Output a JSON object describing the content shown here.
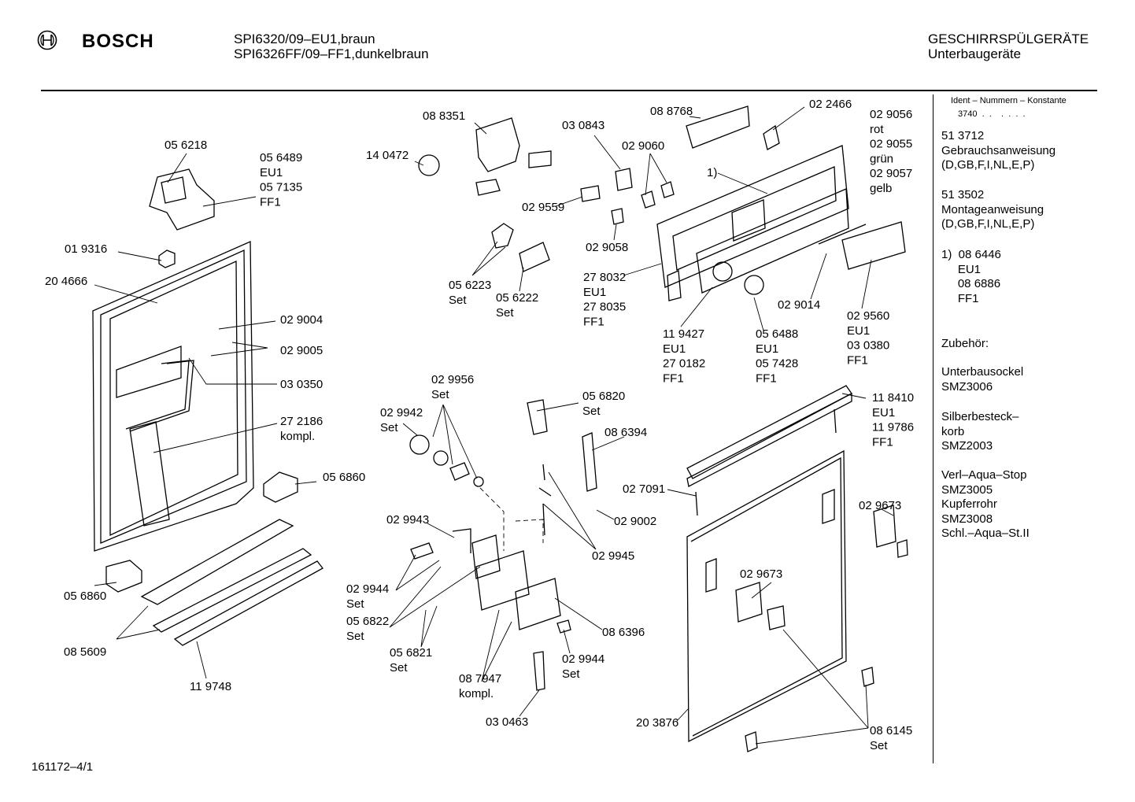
{
  "header": {
    "brand": "BOSCH",
    "model_line_1": "SPI6320/09–EU1,braun",
    "model_line_2": "SPI6326FF/09–FF1,dunkelbraun",
    "category_line_1": "GESCHIRRSPÜLGERÄTE",
    "category_line_2": "Unterbaugeräte"
  },
  "sidebar": {
    "ident_heading": "Ident – Nummern – Konstante",
    "ident_value": "3740  .  .    .  .  .  .",
    "entries": [
      "51 3712\nGebrauchsanweisung\n(D,GB,F,I,NL,E,P)",
      "51 3502\nMontageanweisung\n(D,GB,F,I,NL,E,P)",
      "1)  08 6446\n     EU1\n     08 6886\n     FF1",
      "Zubehör:",
      "Unterbausockel\nSMZ3006",
      "Silberbesteck–\nkorb\nSMZ2003",
      "Verl–Aqua–Stop\nSMZ3005\nKupferrohr\nSMZ3008\nSchl.–Aqua–St.II"
    ]
  },
  "footer": {
    "drawing_number": "161172–4/1"
  },
  "part_labels": [
    {
      "lines": [
        "05 6218"
      ]
    },
    {
      "lines": [
        "05 6489",
        "EU1",
        "05 7135",
        "FF1"
      ]
    },
    {
      "lines": [
        "01 9316"
      ]
    },
    {
      "lines": [
        "20 4666"
      ]
    },
    {
      "lines": [
        "02 9004"
      ]
    },
    {
      "lines": [
        "02 9005"
      ]
    },
    {
      "lines": [
        "03 0350"
      ]
    },
    {
      "lines": [
        "27 2186",
        "kompl."
      ]
    },
    {
      "lines": [
        "05 6860"
      ]
    },
    {
      "lines": [
        "05 6860"
      ]
    },
    {
      "lines": [
        "08 5609"
      ]
    },
    {
      "lines": [
        "11 9748"
      ]
    },
    {
      "lines": [
        "08 8351"
      ]
    },
    {
      "lines": [
        "14 0472"
      ]
    },
    {
      "lines": [
        "03 0843"
      ]
    },
    {
      "lines": [
        "02 9060"
      ]
    },
    {
      "lines": [
        "02 9559"
      ]
    },
    {
      "lines": [
        "02 9058"
      ]
    },
    {
      "lines": [
        "05 6223",
        "Set"
      ]
    },
    {
      "lines": [
        "05 6222",
        "Set"
      ]
    },
    {
      "lines": [
        "08 8768"
      ]
    },
    {
      "lines": [
        "02 2466"
      ]
    },
    {
      "lines": [
        "02 9056",
        "rot",
        "02 9055",
        "grün",
        "02 9057",
        "gelb"
      ]
    },
    {
      "lines": [
        "1)"
      ]
    },
    {
      "lines": [
        "27 8032",
        "EU1",
        "27 8035",
        "FF1"
      ]
    },
    {
      "lines": [
        "11 9427",
        "EU1",
        "27 0182",
        "FF1"
      ]
    },
    {
      "lines": [
        "05 6488",
        "EU1",
        "05 7428",
        "FF1"
      ]
    },
    {
      "lines": [
        "02 9014"
      ]
    },
    {
      "lines": [
        "02 9560",
        "EU1",
        "03 0380",
        "FF1"
      ]
    },
    {
      "lines": [
        "02 9956",
        "Set"
      ]
    },
    {
      "lines": [
        "02 9942",
        "Set"
      ]
    },
    {
      "lines": [
        "05 6820",
        "Set"
      ]
    },
    {
      "lines": [
        "08 6394"
      ]
    },
    {
      "lines": [
        "02 7091"
      ]
    },
    {
      "lines": [
        "02 9002"
      ]
    },
    {
      "lines": [
        "02 9943"
      ]
    },
    {
      "lines": [
        "02 9945"
      ]
    },
    {
      "lines": [
        "02 9944",
        "Set"
      ]
    },
    {
      "lines": [
        "05 6822",
        "Set"
      ]
    },
    {
      "lines": [
        "05 6821",
        "Set"
      ]
    },
    {
      "lines": [
        "08 7947",
        "kompl."
      ]
    },
    {
      "lines": [
        "08 6396"
      ]
    },
    {
      "lines": [
        "02 9944",
        "Set"
      ]
    },
    {
      "lines": [
        "03 0463"
      ]
    },
    {
      "lines": [
        "11 8410",
        "EU1",
        "11 9786",
        "FF1"
      ]
    },
    {
      "lines": [
        "02 9673"
      ]
    },
    {
      "lines": [
        "02 9673"
      ]
    },
    {
      "lines": [
        "20 3876"
      ]
    },
    {
      "lines": [
        "08 6145",
        "Set"
      ]
    }
  ]
}
